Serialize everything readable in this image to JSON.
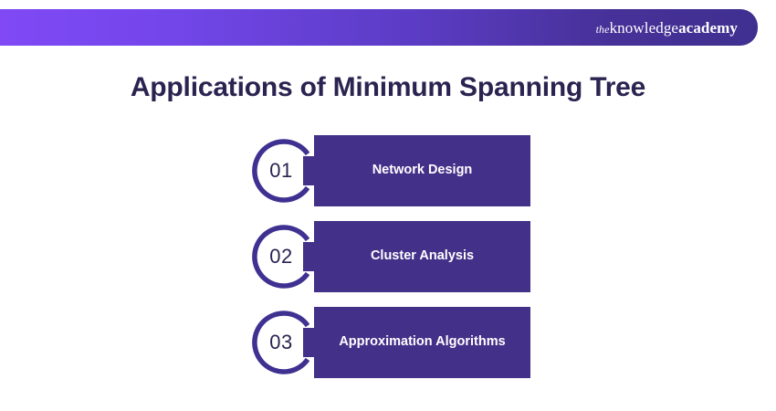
{
  "header": {
    "logo": {
      "prefix": "the",
      "mid": "knowledge",
      "bold": "academy",
      "full_text": "theknowledgeacademy"
    },
    "gradient_from": "#8049F5",
    "gradient_to": "#3F3090"
  },
  "page": {
    "title": "Applications of Minimum Spanning Tree",
    "title_color": "#2B2350",
    "background": "#FFFFFF"
  },
  "theme": {
    "plaque_fill": "#433089",
    "ring_stroke": "#3F3191",
    "plaque_text": "#FFFFFF",
    "number_color": "#2B2350"
  },
  "items": [
    {
      "number": "01",
      "label": "Network Design"
    },
    {
      "number": "02",
      "label": "Cluster Analysis"
    },
    {
      "number": "03",
      "label": "Approximation Algorithms"
    }
  ]
}
